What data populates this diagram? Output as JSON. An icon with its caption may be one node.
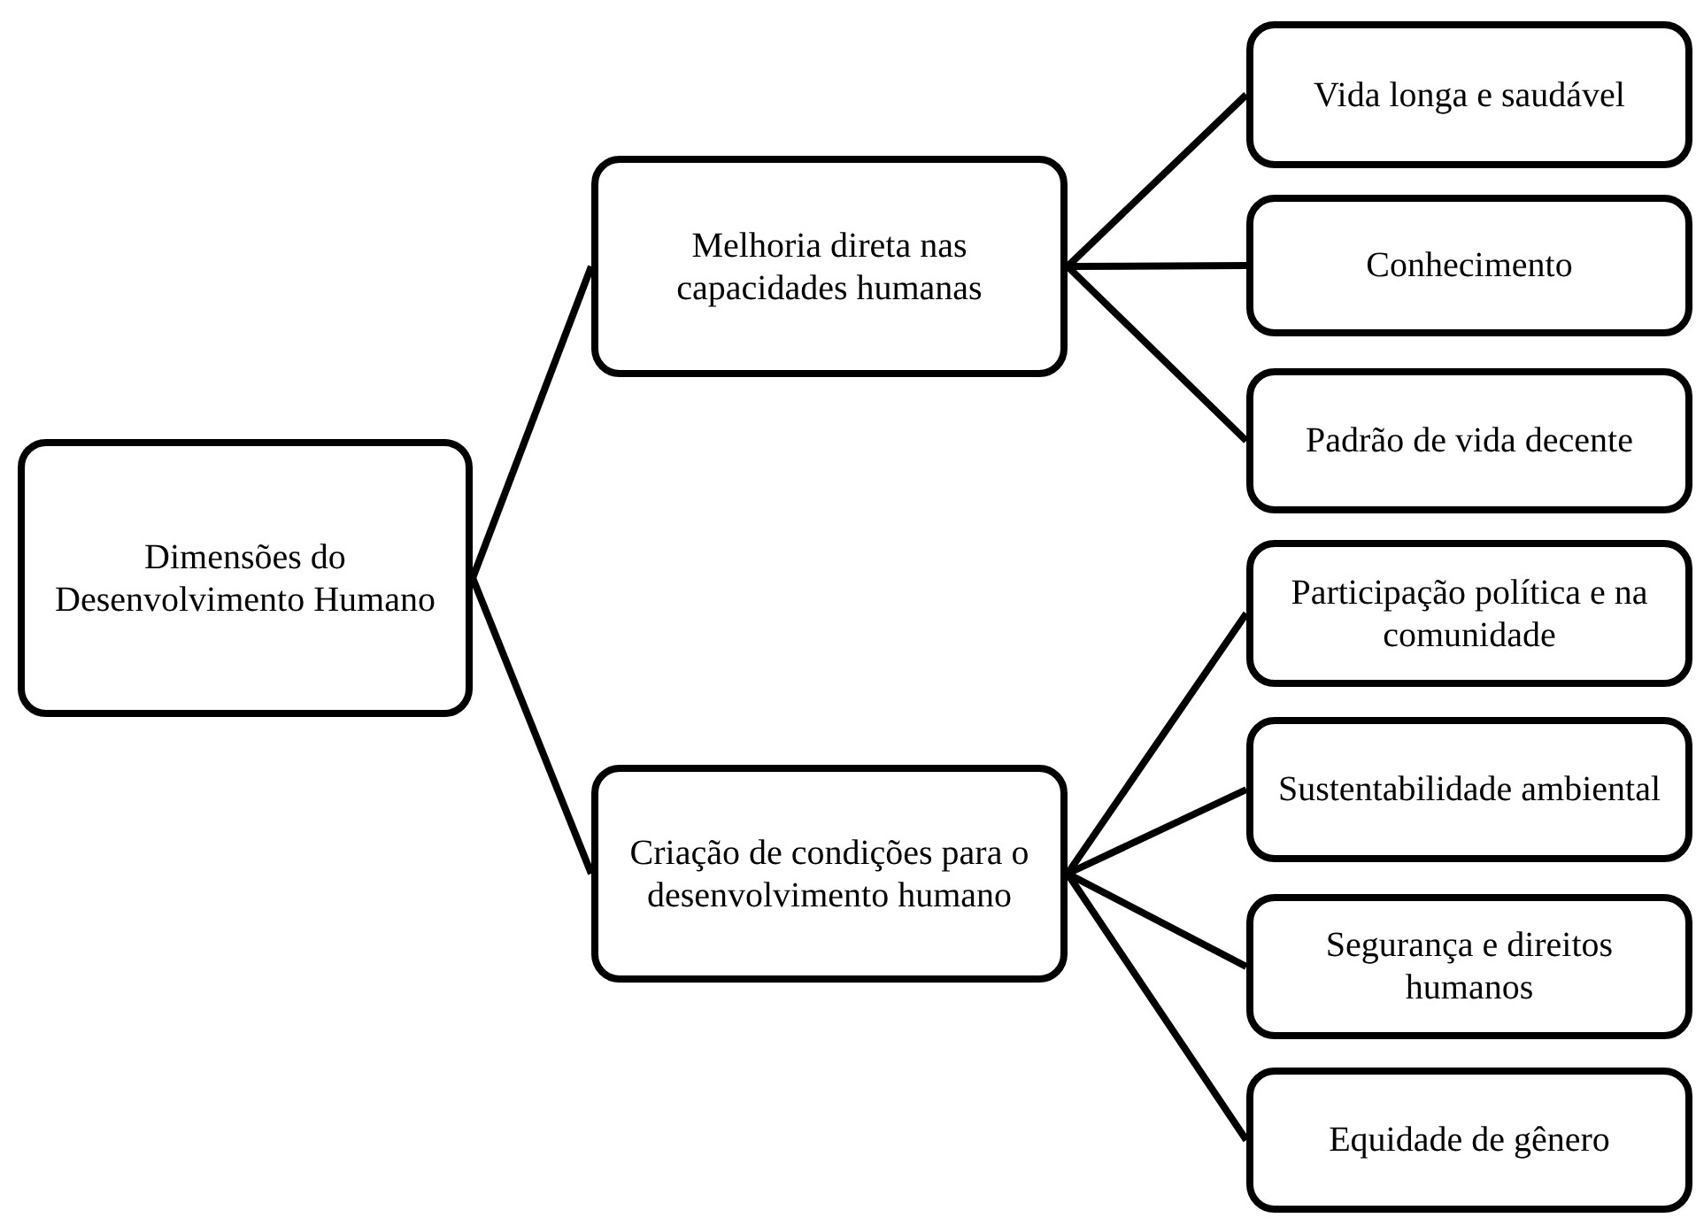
{
  "diagram": {
    "nodes": [
      {
        "text": [
          "Dimensões do Desenvolvimento Humano"
        ]
      },
      {
        "text": [
          "Melhoria direta nas capacidades humanas"
        ]
      },
      {
        "text": [
          "Criação de condições para o desenvolvimento humano"
        ]
      },
      {
        "text": [
          "Vida longa e saudável"
        ]
      },
      {
        "text": [
          "Conhecimento"
        ]
      },
      {
        "text": [
          "Padrão de vida decente"
        ]
      },
      {
        "text": [
          "Participação política e na comunidade"
        ]
      },
      {
        "text": [
          "Sustentabilidade ambiental"
        ]
      },
      {
        "text": [
          "Segurança e direitos humanos"
        ]
      },
      {
        "text": [
          "Equidade de gênero"
        ]
      }
    ],
    "edges": [
      {
        "from": 0,
        "to": 1,
        "arrow": "none"
      },
      {
        "from": 0,
        "to": 2,
        "arrow": "none"
      },
      {
        "from": 1,
        "to": 3,
        "arrow": "none"
      },
      {
        "from": 1,
        "to": 4,
        "arrow": "none"
      },
      {
        "from": 1,
        "to": 5,
        "arrow": "none"
      },
      {
        "from": 2,
        "to": 6,
        "arrow": "none"
      },
      {
        "from": 2,
        "to": 7,
        "arrow": "none"
      },
      {
        "from": 2,
        "to": 8,
        "arrow": "none"
      },
      {
        "from": 2,
        "to": 9,
        "arrow": "none"
      }
    ]
  }
}
